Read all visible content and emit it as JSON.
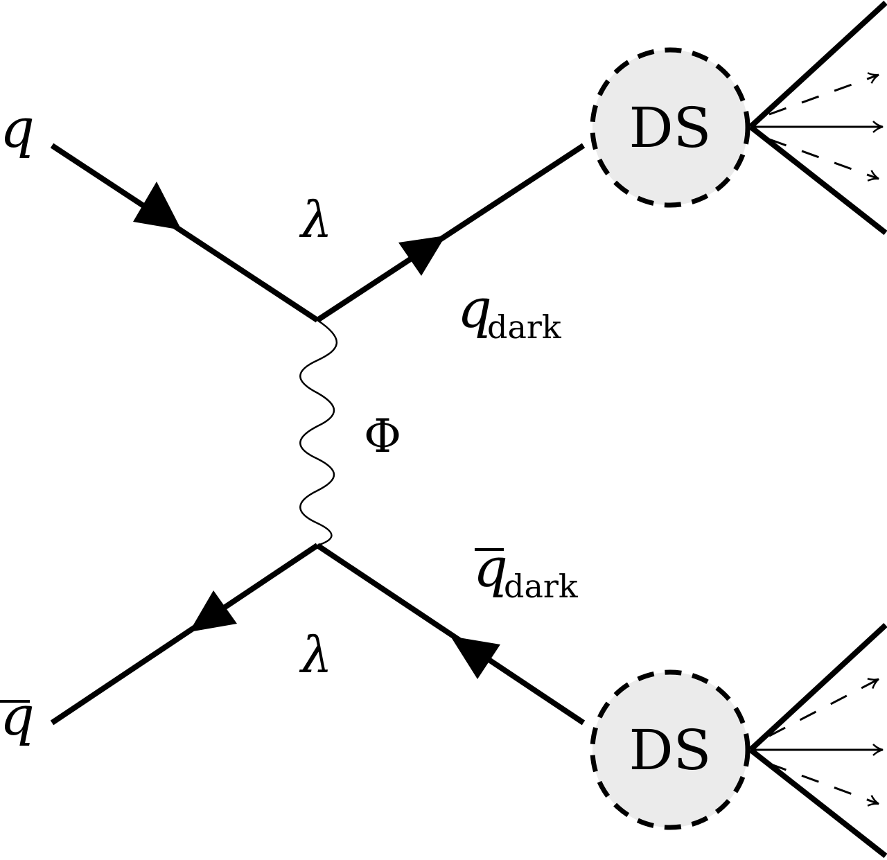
{
  "diagram": {
    "type": "feynman-diagram",
    "colors": {
      "line": "#000000",
      "blob_fill": "#ebebeb",
      "background": "#ffffff"
    },
    "particles": {
      "incoming_quark": "q",
      "incoming_antiquark": "q̄",
      "dark_quark": {
        "symbol": "q",
        "subscript": "dark"
      },
      "dark_antiquark": {
        "symbol": "q̄",
        "subscript": "dark"
      },
      "mediator": "Φ"
    },
    "couplings": {
      "upper_vertex": "λ",
      "lower_vertex": "λ"
    },
    "dark_showers": [
      {
        "label": "DS"
      },
      {
        "label": "DS"
      }
    ],
    "jets": {
      "per_shower_solid_lines": 2,
      "per_shower_arrows_solid": 1,
      "per_shower_arrows_dashed": 2
    }
  }
}
